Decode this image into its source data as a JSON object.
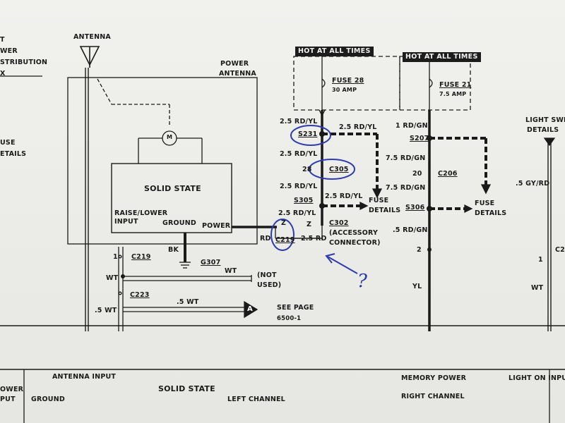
{
  "left_fragment": {
    "lines": [
      "T",
      "WER",
      "STRIBUTION",
      "X"
    ],
    "fuse": "USE",
    "details": "ETAILS"
  },
  "antenna": {
    "label": "ANTENNA"
  },
  "power_antenna": {
    "line1": "POWER",
    "line2": "ANTENNA"
  },
  "solid_state_box": {
    "title": "SOLID STATE",
    "raise_lower": "RAISE/LOWER",
    "input": "INPUT",
    "ground": "GROUND",
    "power": "POWER",
    "motor": "M"
  },
  "hot_at_all_times": [
    "HOT AT ALL TIMES",
    "HOT AT ALL TIMES"
  ],
  "fuse28": {
    "name": "FUSE 28",
    "amp": "30 AMP"
  },
  "fuse21": {
    "name": "FUSE 21",
    "amp": "7.5 AMP"
  },
  "wires_center": {
    "w1": "2.5 RD/YL",
    "s231": "S231",
    "w1b": "2.5 RD/YL",
    "w2": "2.5 RD/YL",
    "c28": "28",
    "c305": "C305",
    "w3": "2.5 RD/YL",
    "s305": "S305",
    "w3b": "2.5 RD/YL",
    "w4": "2.5 RD/YL",
    "z1": "Z",
    "z2": "Z",
    "c302": "C302",
    "accessory": "(ACCESSORY",
    "connector": "CONNECTOR)",
    "rd": "RD",
    "c219b": "C219",
    "w5": "2.5 RD",
    "fuse_details": "FUSE",
    "details": "DETAILS"
  },
  "wires_right": {
    "w1": "1 RD/GN",
    "s207": "S207",
    "w2": "7.5 RD/GN",
    "n20": "20",
    "c206": "C206",
    "w3": "7.5 RD/GN",
    "s306": "S306",
    "w4": ".5 RD/GN",
    "n2": "2",
    "yl": "YL",
    "fuse": "FUSE",
    "details": "DETAILS"
  },
  "light_switch": {
    "line1": "LIGHT SWIT",
    "line2": "DETAILS",
    "gy": ".5 GY/RD",
    "n1": "1",
    "wt": "WT",
    "c2": "C2"
  },
  "lower_left": {
    "n1": "1",
    "c219": "C219",
    "wt": "WT",
    "c223": "C223",
    "wt5": ".5 WT",
    "bk": "BK",
    "g307": "G307",
    "wt2": "WT",
    "not": "(NOT",
    "used": "USED)",
    "wt3": ".5 WT",
    "see_page": "SEE PAGE",
    "page_no": "6500-1",
    "conn_a": "A"
  },
  "bottom": {
    "antenna_input": "ANTENNA INPUT",
    "solid_state": "SOLID STATE",
    "left_channel": "LEFT CHANNEL",
    "memory_power": "MEMORY POWER",
    "right_channel": "RIGHT CHANNEL",
    "light_on_input": "LIGHT ON INPUT",
    "ower": "OWER",
    "put": "PUT",
    "ground": "GROUND"
  },
  "annotations": {
    "question": "?"
  }
}
